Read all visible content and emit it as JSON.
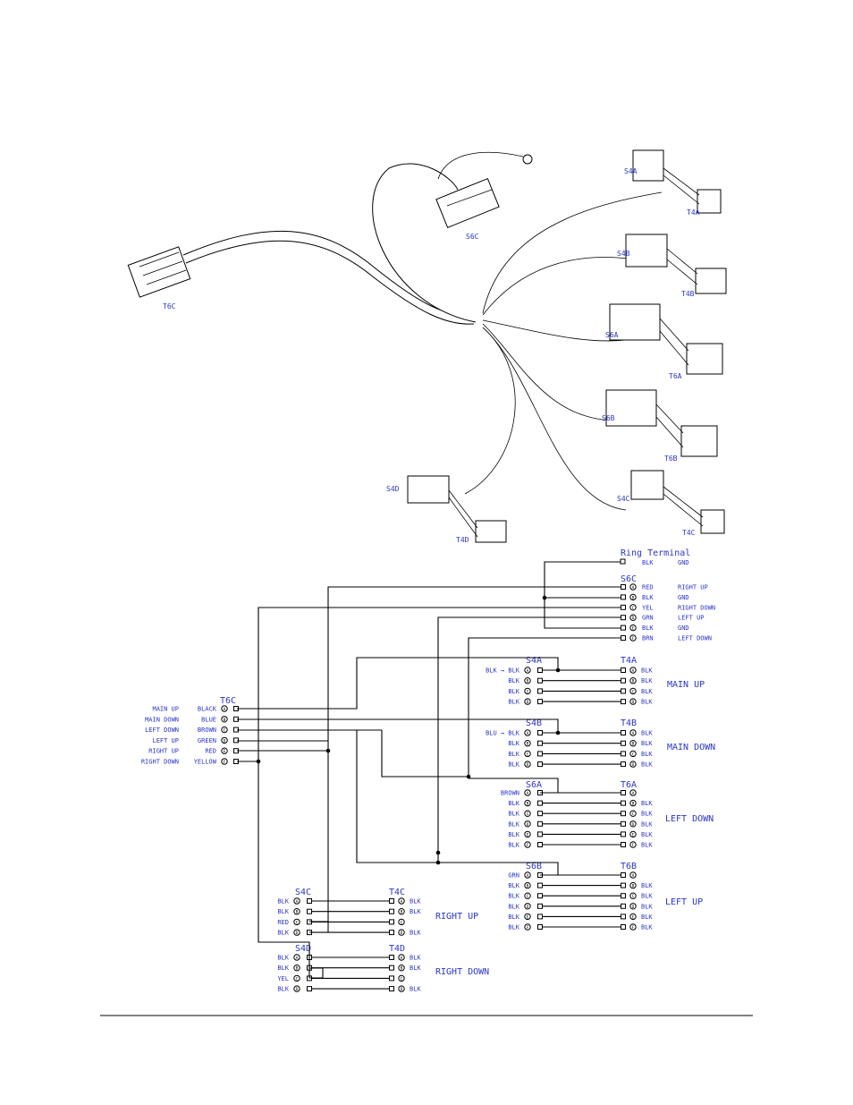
{
  "illustration": {
    "labels": {
      "t6c": "T6C",
      "s6c": "S6C",
      "s4a": "S4A",
      "t4a": "T4A",
      "s4b": "S4B",
      "t4b": "T4B",
      "s6a": "S6A",
      "t6a": "T6A",
      "s6b": "S6B",
      "t6b": "T6B",
      "s4d": "S4D",
      "t4d": "T4D",
      "s4c": "S4C",
      "t4c": "T4C"
    }
  },
  "schematic": {
    "ring": {
      "title": "Ring Terminal",
      "wire": "BLK",
      "func": "GND"
    },
    "s6c": {
      "title": "S6C",
      "pins": [
        {
          "pin": "A",
          "wire": "RED",
          "func": "RIGHT UP"
        },
        {
          "pin": "B",
          "wire": "BLK",
          "func": "GND"
        },
        {
          "pin": "C",
          "wire": "YEL",
          "func": "RIGHT DOWN"
        },
        {
          "pin": "D",
          "wire": "GRN",
          "func": "LEFT UP"
        },
        {
          "pin": "E",
          "wire": "BLK",
          "func": "GND"
        },
        {
          "pin": "F",
          "wire": "BRN",
          "func": "LEFT DOWN"
        }
      ]
    },
    "t6c": {
      "title": "T6C",
      "pins": [
        {
          "pin": "A",
          "wire": "BLACK",
          "func": "MAIN UP"
        },
        {
          "pin": "B",
          "wire": "BLUE",
          "func": "MAIN DOWN"
        },
        {
          "pin": "C",
          "wire": "BROWN",
          "func": "LEFT DOWN"
        },
        {
          "pin": "D",
          "wire": "GREEN",
          "func": "LEFT UP"
        },
        {
          "pin": "E",
          "wire": "RED",
          "func": "RIGHT UP"
        },
        {
          "pin": "F",
          "wire": "YELLOW",
          "func": "RIGHT DOWN"
        }
      ]
    },
    "pairs": [
      {
        "id": "a",
        "left": "S4A",
        "right": "T4A",
        "func": "MAIN UP",
        "lw": [
          "BLK → BLK",
          "BLK",
          "BLK",
          "BLK"
        ],
        "lp": [
          "A",
          "B",
          "C",
          "D"
        ],
        "rp": [
          "A",
          "B",
          "C",
          "D"
        ],
        "rw": [
          "BLK",
          "BLK",
          "BLK",
          "BLK"
        ]
      },
      {
        "id": "b",
        "left": "S4B",
        "right": "T4B",
        "func": "MAIN DOWN",
        "lw": [
          "BLU → BLK",
          "BLK",
          "BLK",
          "BLK"
        ],
        "lp": [
          "A",
          "B",
          "C",
          "D"
        ],
        "rp": [
          "A",
          "B",
          "C",
          "D"
        ],
        "rw": [
          "BLK",
          "BLK",
          "BLK",
          "BLK"
        ]
      },
      {
        "id": "c",
        "left": "S6A",
        "right": "T6A",
        "func": "LEFT DOWN",
        "lw": [
          "BROWN",
          "BLK",
          "BLK",
          "BLK",
          "BLK",
          "BLK"
        ],
        "lp": [
          "A",
          "B",
          "C",
          "D",
          "E",
          "F"
        ],
        "rp": [
          "A",
          "B",
          "C",
          "D",
          "E",
          "F"
        ],
        "rw": [
          "",
          "BLK",
          "BLK",
          "BLK",
          "BLK",
          "BLK"
        ]
      },
      {
        "id": "d",
        "left": "S6B",
        "right": "T6B",
        "func": "LEFT UP",
        "lw": [
          "GRN",
          "BLK",
          "BLK",
          "BLK",
          "BLK",
          "BLK"
        ],
        "lp": [
          "A",
          "B",
          "C",
          "D",
          "E",
          "F"
        ],
        "rp": [
          "A",
          "B",
          "C",
          "D",
          "E",
          "F"
        ],
        "rw": [
          "",
          "BLK",
          "BLK",
          "BLK",
          "BLK",
          "BLK"
        ]
      },
      {
        "id": "e",
        "left": "S4C",
        "right": "T4C",
        "func": "RIGHT UP",
        "lw": [
          "BLK",
          "BLK",
          "RED",
          "BLK"
        ],
        "lp": [
          "A",
          "B",
          "C",
          "D"
        ],
        "rp": [
          "A",
          "B",
          "C",
          "D"
        ],
        "rw": [
          "BLK",
          "BLK",
          "",
          "BLK"
        ]
      },
      {
        "id": "f",
        "left": "S4D",
        "right": "T4D",
        "func": "RIGHT DOWN",
        "lw": [
          "BLK",
          "BLK",
          "YEL",
          "BLK"
        ],
        "lp": [
          "A",
          "B",
          "C",
          "D"
        ],
        "rp": [
          "A",
          "B",
          "C",
          "D"
        ],
        "rw": [
          "BLK",
          "BLK",
          "",
          "BLK"
        ]
      }
    ]
  }
}
